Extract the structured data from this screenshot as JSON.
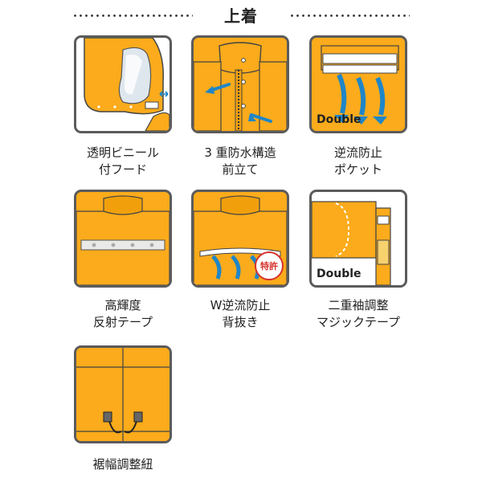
{
  "section": {
    "title": "上着"
  },
  "features": [
    {
      "line1": "透明ビニール",
      "line2": "付フード"
    },
    {
      "line1": "3 重防水構造",
      "line2": "前立て"
    },
    {
      "line1": "逆流防止",
      "line2": "ポケット",
      "badge": "Double"
    },
    {
      "line1": "高輝度",
      "line2": "反射テープ"
    },
    {
      "line1": "W逆流防止",
      "line2": "背抜き",
      "seal": "特許"
    },
    {
      "line1": "二重袖調整",
      "line2": "マジックテープ",
      "badge": "Double"
    },
    {
      "line1": "裾幅調整紐"
    }
  ],
  "colors": {
    "jacket": "#fbab1b",
    "border": "#5b5b5b",
    "arrow": "#1f86c8",
    "seal": "#d6312b",
    "reflective": "#e9e9e9"
  }
}
